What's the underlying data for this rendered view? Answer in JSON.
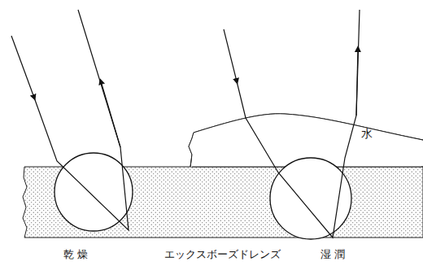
{
  "diagram": {
    "labels": [
      "水",
      "乾 燥",
      "エックスボーズドレンズ",
      "湿 潤"
    ]
  }
}
